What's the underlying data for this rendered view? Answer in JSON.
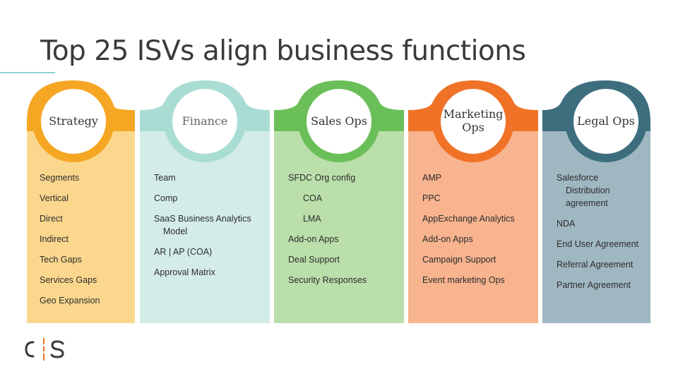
{
  "title": "Top 25 ISVs align business functions",
  "logo_text": "C|S",
  "columns": [
    {
      "heading": "Strategy",
      "color": "#f5a623",
      "bg": "#fbd78e",
      "items": [
        "Segments",
        "Vertical",
        "Direct",
        "Indirect",
        "Tech Gaps",
        "Services Gaps",
        "Geo Expansion"
      ]
    },
    {
      "heading": "Finance",
      "color": "#a9ddd3",
      "bg": "#d3ece7",
      "items": [
        "Team",
        "Comp",
        "SaaS Business Analytics",
        "Model",
        "AR | AP (COA)",
        "Approval Matrix"
      ]
    },
    {
      "heading": "Sales Ops",
      "color": "#6bbf59",
      "bg": "#badfaa",
      "items": [
        "SFDC Org config",
        "COA",
        "LMA",
        "Add-on Apps",
        "Deal Support",
        "Security Responses"
      ]
    },
    {
      "heading_line1": "Marketing",
      "heading_line2": "Ops",
      "color": "#f07226",
      "bg": "#f7b48f",
      "items": [
        "AMP",
        "PPC",
        "AppExchange Analytics",
        "Add-on Apps",
        "Campaign Support",
        "Event marketing Ops"
      ]
    },
    {
      "heading": "Legal Ops",
      "color": "#3d6e7e",
      "bg": "#9fb7c1",
      "items": [
        "Salesforce",
        "Distribution",
        "agreement",
        "NDA",
        "End User Agreement",
        "Referral Agreement",
        "Partner Agreement"
      ]
    }
  ]
}
